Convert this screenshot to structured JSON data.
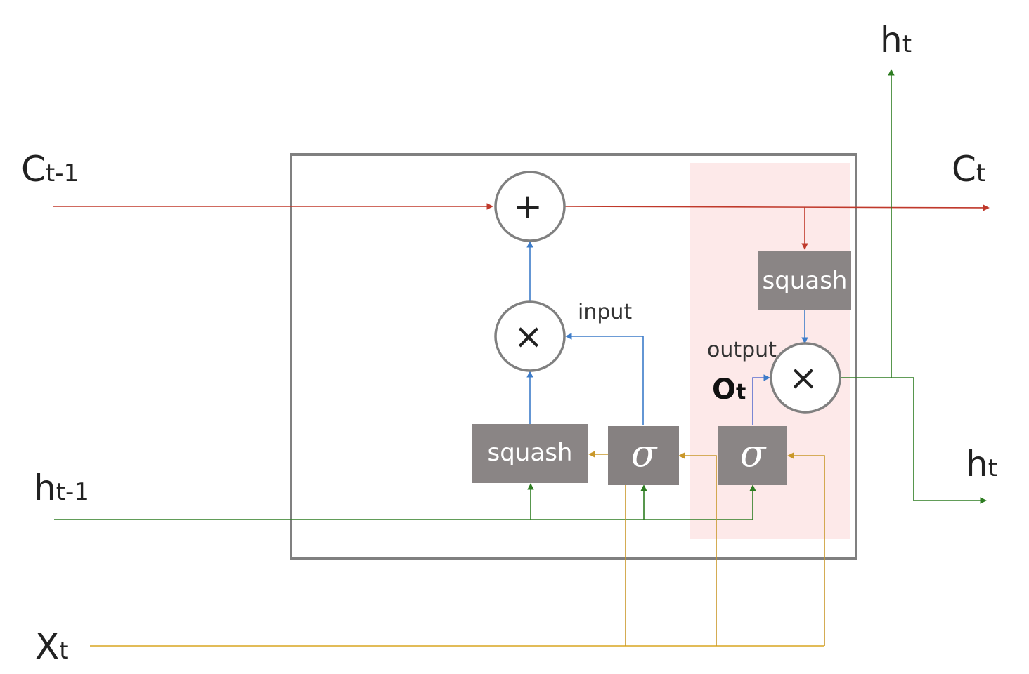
{
  "labels": {
    "c_prev": {
      "main": "C",
      "sub": "t-1"
    },
    "c_next": {
      "main": "C",
      "sub": "t"
    },
    "h_prev": {
      "main": "h",
      "sub": "t-1"
    },
    "h_top": {
      "main": "h",
      "sub": "t"
    },
    "h_right": {
      "main": "h",
      "sub": "t"
    },
    "x_in": {
      "main": "X",
      "sub": "t"
    },
    "o_t": {
      "main": "O",
      "sub": "t"
    }
  },
  "gates": {
    "input_label": "input",
    "output_label": "output"
  },
  "boxes": {
    "squash_candidate": "squash",
    "squash_output": "squash",
    "sigma_input": "σ",
    "sigma_output": "σ"
  },
  "operators": {
    "add": "+",
    "mul_input": "×",
    "mul_output": "×"
  },
  "colors": {
    "cell_state": "#c0392b",
    "hidden": "#3a8a2a",
    "input_x": "#d9a520",
    "gate_signal": "#4a7fc9",
    "box_fill": "#8a8585",
    "highlight": "#fde8e8",
    "cell_border": "#808080"
  }
}
